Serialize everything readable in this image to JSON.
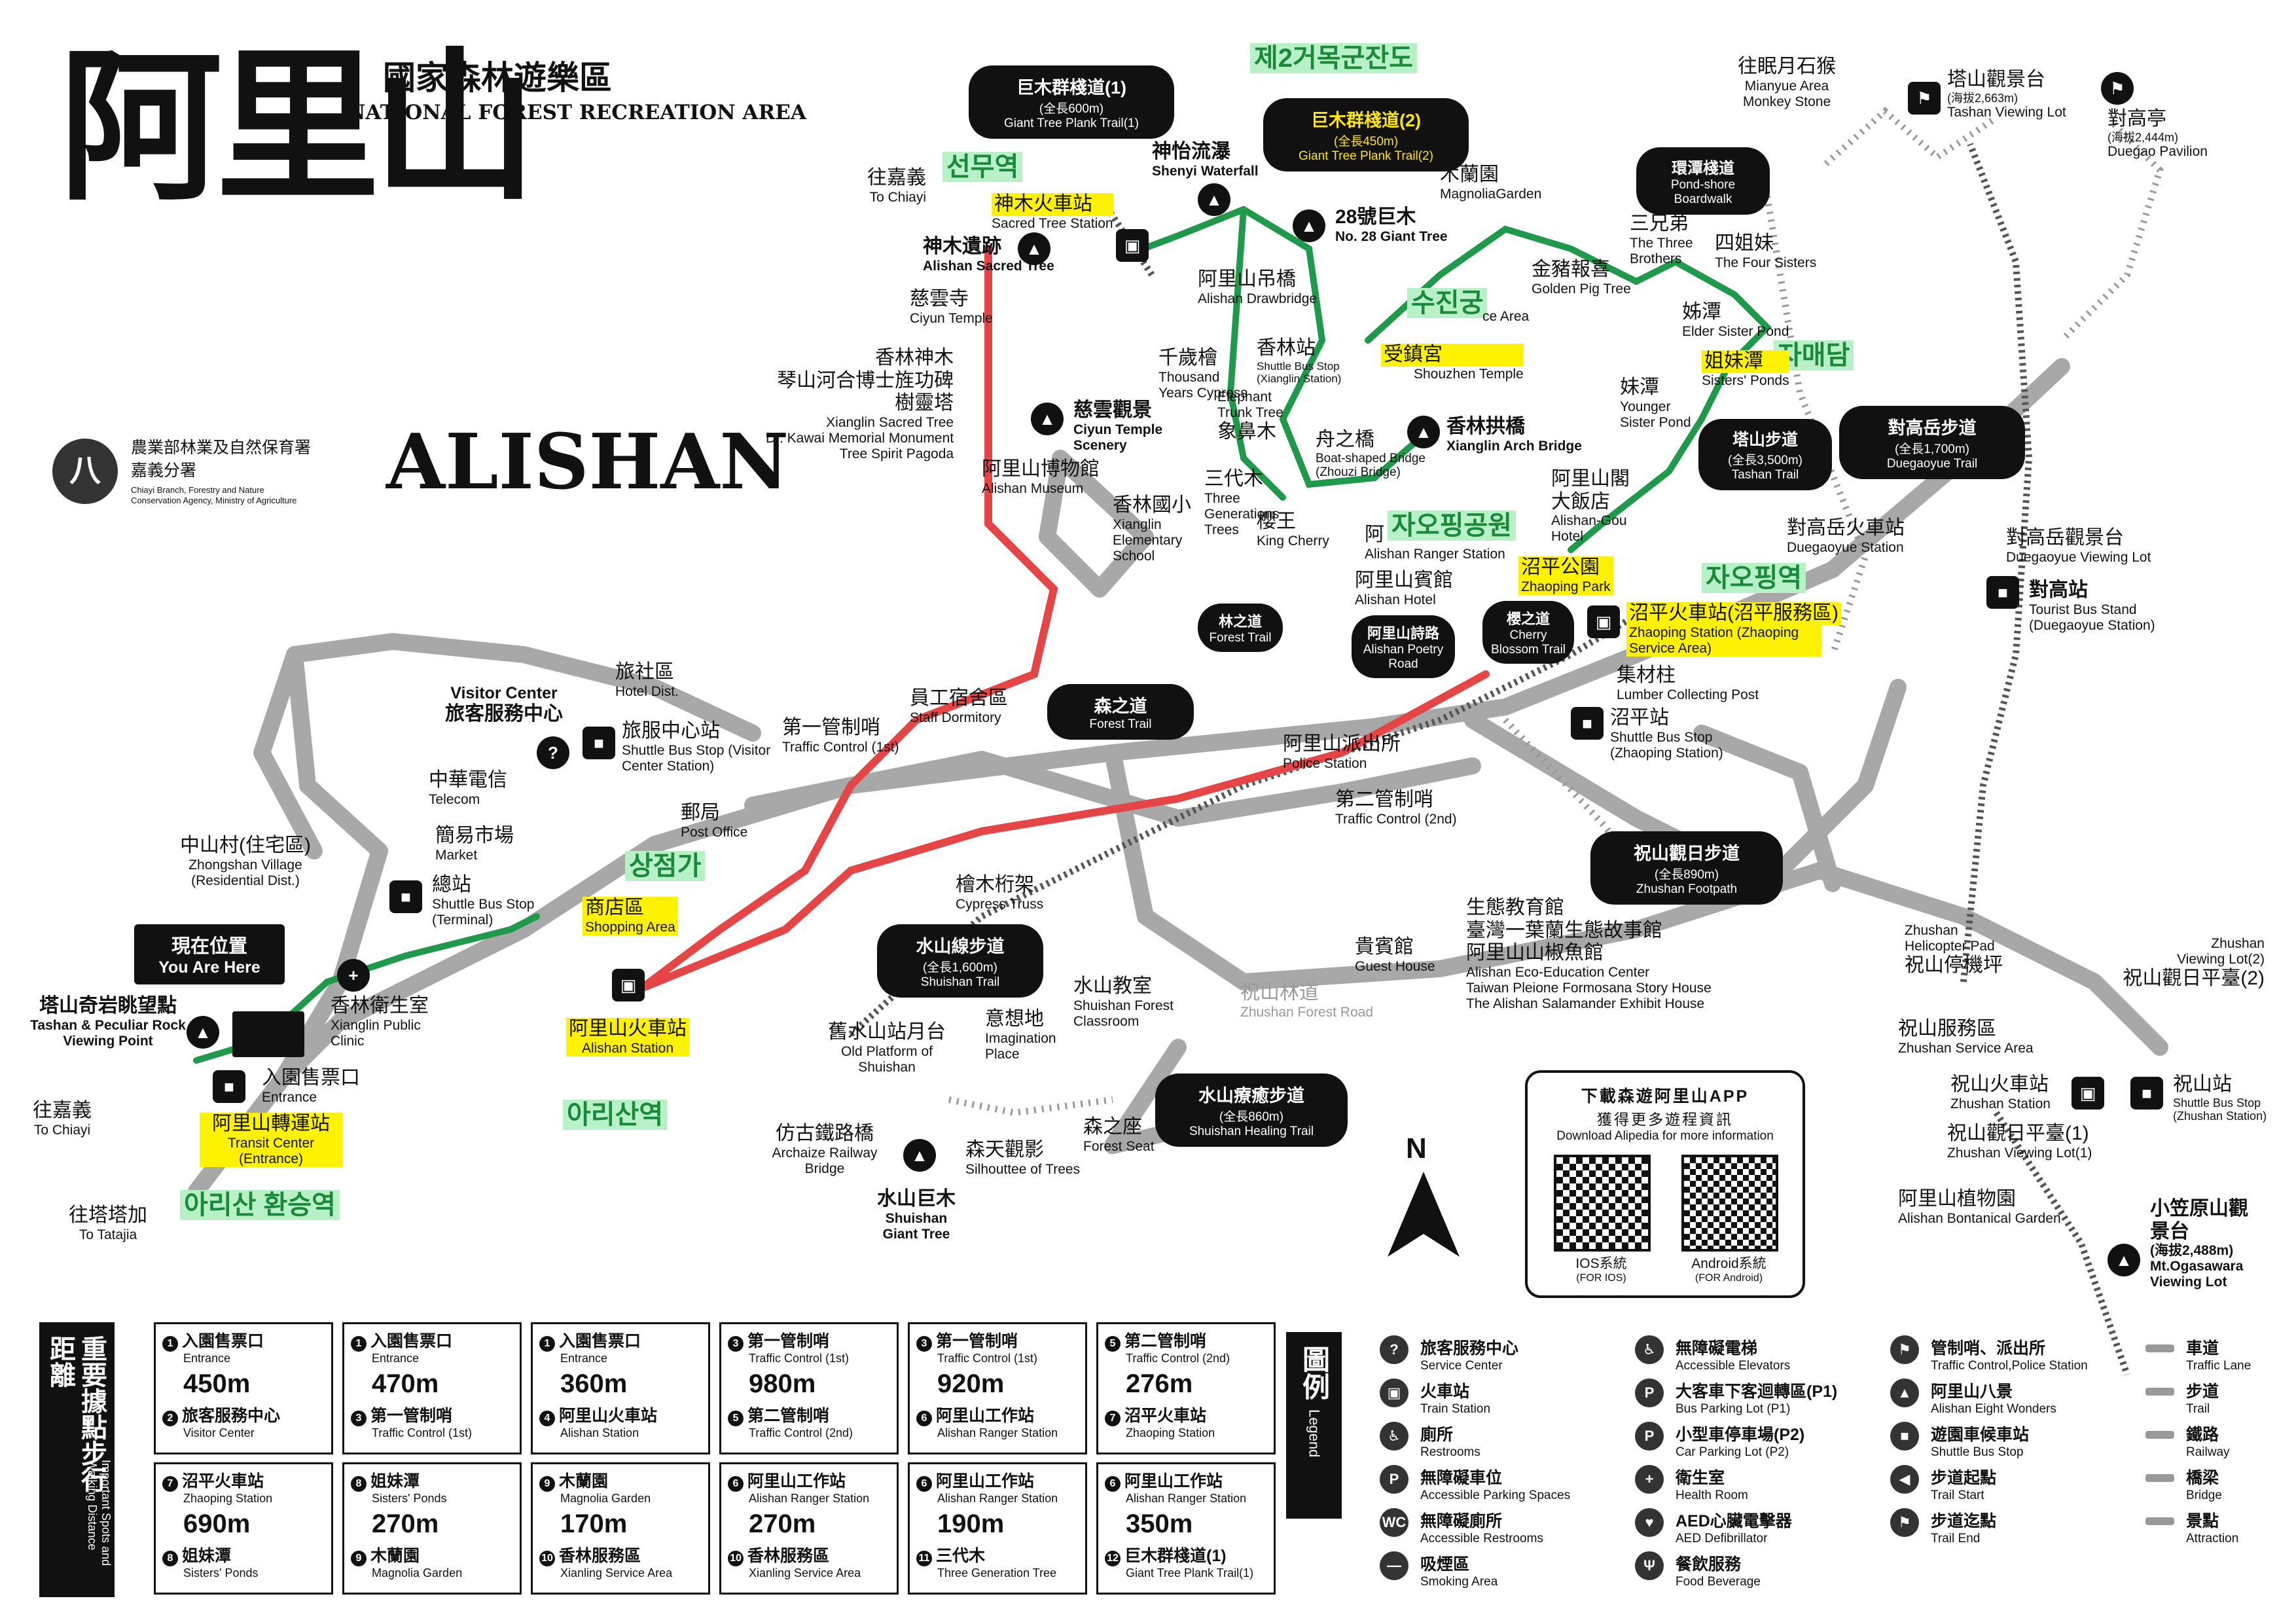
{
  "header": {
    "title_zh": "國家森林遊樂區",
    "title_en": "National Forest Recreation Area",
    "calligraphy": "阿里山",
    "name_en": "ALISHAN",
    "agency_zh_1": "農業部林業及自然保育署",
    "agency_zh_2": "嘉義分署",
    "agency_en_1": "Chiayi Branch, Forestry and Nature",
    "agency_en_2": "Conservation Agency, Ministry of Agriculture"
  },
  "korean_labels": {
    "sacred_tree_station": "선무역",
    "giant_tree_trail": "제2거목군잔도",
    "shouzhen": "수진궁",
    "sisters_pond": "자매담",
    "zhaoping_park": "자오핑공원",
    "zhaoping_station": "자오핑역",
    "shopping": "상점가",
    "alishan_station": "아리산역",
    "transit_center": "아리산 환승역"
  },
  "bubbles": {
    "trail1_title": "巨木群棧道(1)",
    "trail1_len": "(全長600m)",
    "trail1_en": "Giant Tree Plank Trail(1)",
    "trail2_title": "巨木群棧道(2)",
    "trail2_len": "(全長450m)",
    "trail2_en": "Giant Tree Plank Trail(2)",
    "pond_title": "環潭棧道",
    "pond_en": "Pond-shore Boardwalk",
    "tashan_title": "塔山步道",
    "tashan_len": "(全長3,500m)",
    "tashan_en": "Tashan Trail",
    "duegao_title": "對高岳步道",
    "duegao_len": "(全長1,700m)",
    "duegao_en": "Duegaoyue Trail",
    "forest_trail_title": "森之道",
    "forest_trail_en": "Forest Trail",
    "lin_title": "林之道",
    "lin_en": "Forest Trail",
    "poetry_title": "阿里山詩路",
    "poetry_en": "Alishan Poetry Road",
    "cherry_title": "櫻之道",
    "cherry_en": "Cherry Blossom Trail",
    "zhushan_title": "祝山觀日步道",
    "zhushan_len": "(全長890m)",
    "zhushan_en": "Zhushan Footpath",
    "shuishan_title": "水山線步道",
    "shuishan_len": "(全長1,600m)",
    "shuishan_en": "Shuishan Trail",
    "healing_title": "水山療癒步道",
    "healing_len": "(全長860m)",
    "healing_en": "Shuishan Healing Trail",
    "you_are_here_zh": "現在位置",
    "you_are_here_en": "You Are Here"
  },
  "places": {
    "to_chiayi_top_zh": "往嘉義",
    "to_chiayi_top_en": "To Chiayi",
    "sacred_station_zh": "神木火車站",
    "sacred_station_en": "Sacred Tree Station",
    "sacred_tree_zh": "神木遺跡",
    "sacred_tree_en": "Alishan Sacred Tree",
    "ciyun_zh": "慈雲寺",
    "ciyun_en": "Ciyun Temple",
    "xianglin_zh": "香林神木",
    "kawai_zh": "琴山河合博士旌功碑",
    "pagoda_zh": "樹靈塔",
    "xianglin_en": "Xianglin Sacred Tree",
    "kawai_en": "Dr. Kawai Memorial Monument",
    "pagoda_en": "Tree Spirit Pagoda",
    "shenyi_zh": "神怡流瀑",
    "shenyi_en": "Shenyi Waterfall",
    "drawbridge_zh": "阿里山吊橋",
    "drawbridge_en": "Alishan Drawbridge",
    "thousand_zh": "千歲檜",
    "thousand_en": "Thousand Years Cypress",
    "ciyun_scenery_zh": "慈雲觀景",
    "ciyun_scenery_en": "Ciyun Temple Scenery",
    "museum_zh": "阿里山博物館",
    "museum_en": "Alishan Museum",
    "school_zh": "香林國小",
    "school_en": "Xianglin Elementary School",
    "three_gen_zh": "三代木",
    "three_gen_en": "Three Generations Trees",
    "elephant_zh": "象鼻木",
    "elephant_en": "Elephant Trunk Tree",
    "xianglin_stop_zh": "香林站",
    "xianglin_stop_en": "Shuttle Bus Stop (Xianglin Station)",
    "no28_zh": "28號巨木",
    "no28_en": "No. 28 Giant Tree",
    "magnolia_zh": "木蘭園",
    "magnolia_en": "MagnoliaGarden",
    "shouzhen_zh": "受鎮宮",
    "shouzhen_en": "Shouzhen Temple",
    "zhouzi_zh": "舟之橋",
    "zhouzi_en": "Boat-shaped Bridge (Zhouzi Bridge)",
    "arch_zh": "香林拱橋",
    "arch_en": "Xianglin Arch Bridge",
    "king_cherry_zh": "櫻王",
    "king_cherry_en": "King Cherry",
    "golden_zh": "金豬報喜",
    "golden_en": "Golden Pig Tree",
    "service_area_en": "ce Area",
    "three_bro_zh": "三兄弟",
    "three_bro_en": "The Three Brothers",
    "four_sis_zh": "四姐妹",
    "four_sis_en": "The Four Sisters",
    "elder_zh": "姊潭",
    "elder_en": "Elder Sister Pond",
    "sisters_zh": "姐妹潭",
    "sisters_en": "Sisters' Ponds",
    "younger_zh": "妹潭",
    "younger_en": "Younger Sister Pond",
    "gou_zh": "阿里山閣大飯店",
    "gou_en": "Alishan-Gou Hotel",
    "ranger_zh": "阿",
    "ranger_en": "Alishan Ranger Station",
    "hotel_zh": "阿里山賓館",
    "hotel_en": "Alishan Hotel",
    "zhaoping_park_zh": "沼平公園",
    "zhaoping_park_en": "Zhaoping Park",
    "zhaoping_station_zh": "沼平火車站(沼平服務區)",
    "zhaoping_station_en": "Zhaoping Station (Zhaoping Service Area)",
    "lumber_zh": "集材柱",
    "lumber_en": "Lumber Collecting Post",
    "zhaoping_stop_zh": "沼平站",
    "zhaoping_stop_en": "Shuttle Bus Stop (Zhaoping Station)",
    "police_zh": "阿里山派出所",
    "police_en": "Police Station",
    "tc2_zh": "第二管制哨",
    "tc2_en": "Traffic Control (2nd)",
    "tc1_zh": "第一管制哨",
    "tc1_en": "Traffic Control (1st)",
    "dorm_zh": "員工宿舍區",
    "dorm_en": "Staff Dormitory",
    "hotel_dist_zh": "旅社區",
    "hotel_dist_en": "Hotel Dist.",
    "visitor_en": "Visitor Center",
    "visitor_zh": "旅客服務中心",
    "visitor_stop_zh": "旅服中心站",
    "visitor_stop_en": "Shuttle Bus Stop (Visitor Center Station)",
    "telecom_zh": "中華電信",
    "telecom_en": "Telecom",
    "market_zh": "簡易市場",
    "market_en": "Market",
    "post_zh": "郵局",
    "post_en": "Post Office",
    "terminal_zh": "總站",
    "terminal_en": "Shuttle Bus Stop (Terminal)",
    "shopping_zh": "商店區",
    "shopping_en": "Shopping Area",
    "zhongshan_zh": "中山村(住宅區)",
    "zhongshan_en": "Zhongshan Village (Residential Dist.)",
    "clinic_zh": "香林衛生室",
    "clinic_en": "Xianglin Public Clinic",
    "tashan_rock_zh": "塔山奇岩眺望點",
    "tashan_rock_en": "Tashan & Peculiar Rock Viewing Point",
    "entrance_zh": "入園售票口",
    "entrance_en": "Entrance",
    "transit_zh": "阿里山轉運站",
    "transit_en": "Transit Center (Entrance)",
    "to_chiayi_zh": "往嘉義",
    "to_chiayi_en": "To Chiayi",
    "to_tatajia_zh": "往塔塔加",
    "to_tatajia_en": "To Tatajia",
    "alishan_station_zh": "阿里山火車站",
    "alishan_station_en": "Alishan Station",
    "cypress_truss_zh": "檜木桁架",
    "cypress_truss_en": "Cypress Truss",
    "eco_zh_1": "生態教育館",
    "eco_zh_2": "臺灣一葉蘭生態故事館",
    "eco_zh_3": "阿里山山椒魚館",
    "eco_en_1": "Alishan Eco-Education Center",
    "eco_en_2": "Taiwan Pleione Formosana Story House",
    "eco_en_3": "The Alishan Salamander Exhibit House",
    "guest_zh": "貴賓館",
    "guest_en": "Guest House",
    "forest_road_zh": "祝山林道",
    "forest_road_en": "Zhushan Forest Road",
    "classroom_zh": "水山教室",
    "classroom_en": "Shuishan Forest Classroom",
    "imagination_zh": "意想地",
    "imagination_en": "Imagination Place",
    "old_platform_zh": "舊水山站月台",
    "old_platform_en": "Old Platform of Shuishan",
    "archaize_zh": "仿古鐵路橋",
    "archaize_en": "Archaize Railway Bridge",
    "silhouette_zh": "森天觀影",
    "silhouette_en": "Silhouttee of Trees",
    "forest_seat_zh": "森之座",
    "forest_seat_en": "Forest Seat",
    "shuishan_tree_zh": "水山巨木",
    "shuishan_tree_en": "Shuishan Giant Tree",
    "mianyue_zh": "往眠月石猴",
    "mianyue_en": "Mianyue Area Monkey Stone",
    "tashan_view_zh": "塔山觀景台",
    "tashan_view_alt": "(海拔2,663m)",
    "tashan_view_en": "Tashan Viewing Lot",
    "duegao_pav_zh": "對高亭",
    "duegao_pav_alt": "(海拔2,444m)",
    "duegao_pav_en": "Duegao Pavilion",
    "duegao_st_zh": "對高岳火車站",
    "duegao_st_en": "Duegaoyue Station",
    "duegao_view_zh": "對高岳觀景台",
    "duegao_view_en": "Duegaoyue Viewing Lot",
    "duegao_stop_zh": "對高站",
    "duegao_stop_en": "Tourist Bus Stand (Duegaoyue Station)",
    "heli_zh": "祝山停機坪",
    "heli_en": "Zhushan Helicopter Pad",
    "zs_view2_zh": "祝山觀日平臺(2)",
    "zs_view2_en": "Zhushan Viewing Lot(2)",
    "zs_service_zh": "祝山服務區",
    "zs_service_en": "Zhushan Service Area",
    "zs_station_zh": "祝山火車站",
    "zs_station_en": "Zhushan Station",
    "zs_stop_zh": "祝山站",
    "zs_stop_en": "Shuttle Bus Stop (Zhushan Station)",
    "zs_view1_zh": "祝山觀日平臺(1)",
    "zs_view1_en": "Zhushan Viewing Lot(1)",
    "botanical_zh": "阿里山植物園",
    "botanical_en": "Alishan Bontanical Garden",
    "ogasawara_zh": "小笠原山觀景台",
    "ogasawara_alt": "(海拔2,488m)",
    "ogasawara_en": "Mt.Ogasawara Viewing Lot"
  },
  "app": {
    "title_zh": "下載森遊阿里山APP",
    "sub_zh": "獲得更多遊程資訊",
    "sub_en": "Download Alipedia for more information",
    "ios_zh": "IOS系統",
    "ios_en": "(FOR IOS)",
    "android_zh": "Android系統",
    "android_en": "(FOR Android)"
  },
  "compass": "N",
  "distance_title_zh": "重要據點步行距離",
  "distance_title_en": "Important Spots and Walking Distance",
  "distances": [
    {
      "fn": "1",
      "fz": "入園售票口",
      "fe": "Entrance",
      "d": "450m",
      "tn": "2",
      "tz": "旅客服務中心",
      "te": "Visitor Center"
    },
    {
      "fn": "1",
      "fz": "入園售票口",
      "fe": "Entrance",
      "d": "470m",
      "tn": "3",
      "tz": "第一管制哨",
      "te": "Traffic Control (1st)"
    },
    {
      "fn": "1",
      "fz": "入園售票口",
      "fe": "Entrance",
      "d": "360m",
      "tn": "4",
      "tz": "阿里山火車站",
      "te": "Alishan Station"
    },
    {
      "fn": "3",
      "fz": "第一管制哨",
      "fe": "Traffic Control (1st)",
      "d": "980m",
      "tn": "5",
      "tz": "第二管制哨",
      "te": "Traffic Control (2nd)"
    },
    {
      "fn": "3",
      "fz": "第一管制哨",
      "fe": "Traffic Control (1st)",
      "d": "920m",
      "tn": "6",
      "tz": "阿里山工作站",
      "te": "Alishan Ranger Station"
    },
    {
      "fn": "5",
      "fz": "第二管制哨",
      "fe": "Traffic Control (2nd)",
      "d": "276m",
      "tn": "7",
      "tz": "沼平火車站",
      "te": "Zhaoping Station"
    },
    {
      "fn": "7",
      "fz": "沼平火車站",
      "fe": "Zhaoping Station",
      "d": "690m",
      "tn": "8",
      "tz": "姐妹潭",
      "te": "Sisters' Ponds"
    },
    {
      "fn": "8",
      "fz": "姐妹潭",
      "fe": "Sisters' Ponds",
      "d": "270m",
      "tn": "9",
      "tz": "木蘭園",
      "te": "Magnolia Garden"
    },
    {
      "fn": "9",
      "fz": "木蘭園",
      "fe": "Magnolia Garden",
      "d": "170m",
      "tn": "10",
      "tz": "香林服務區",
      "te": "Xianling Service Area"
    },
    {
      "fn": "6",
      "fz": "阿里山工作站",
      "fe": "Alishan Ranger Station",
      "d": "270m",
      "tn": "10",
      "tz": "香林服務區",
      "te": "Xianling Service Area"
    },
    {
      "fn": "6",
      "fz": "阿里山工作站",
      "fe": "Alishan Ranger Station",
      "d": "190m",
      "tn": "11",
      "tz": "三代木",
      "te": "Three Generation Tree"
    },
    {
      "fn": "6",
      "fz": "阿里山工作站",
      "fe": "Alishan Ranger Station",
      "d": "350m",
      "tn": "12",
      "tz": "巨木群棧道(1)",
      "te": "Giant Tree Plank Trail(1)"
    }
  ],
  "legend_title_zh": "圖例",
  "legend_title_en": "Legend",
  "legend": [
    {
      "zh": "旅客服務中心",
      "en": "Service Center",
      "sym": "?"
    },
    {
      "zh": "火車站",
      "en": "Train Station",
      "sym": "▣"
    },
    {
      "zh": "廁所",
      "en": "Restrooms",
      "sym": "♿"
    },
    {
      "zh": "無障礙車位",
      "en": "Accessible Parking Spaces",
      "sym": "P"
    },
    {
      "zh": "無障礙廁所",
      "en": "Accessible Restrooms",
      "sym": "WC"
    },
    {
      "zh": "吸煙區",
      "en": "Smoking Area",
      "sym": "—"
    },
    {
      "zh": "無障礙電梯",
      "en": "Accessible Elevators",
      "sym": "♿"
    },
    {
      "zh": "大客車下客迴轉區(P1)",
      "en": "Bus Parking Lot (P1)",
      "sym": "P"
    },
    {
      "zh": "小型車停車場(P2)",
      "en": "Car Parking Lot (P2)",
      "sym": "P"
    },
    {
      "zh": "衛生室",
      "en": "Health Room",
      "sym": "+"
    },
    {
      "zh": "AED心臟電擊器",
      "en": "AED Defibrillator",
      "sym": "♥"
    },
    {
      "zh": "餐飲服務",
      "en": "Food Beverage",
      "sym": "Ψ"
    },
    {
      "zh": "管制哨、派出所",
      "en": "Traffic Control,Police Station",
      "sym": "⚑"
    },
    {
      "zh": "阿里山八景",
      "en": "Alishan Eight Wonders",
      "sym": "▲"
    },
    {
      "zh": "遊園車候車站",
      "en": "Shuttle Bus Stop",
      "sym": "■"
    },
    {
      "zh": "步道起點",
      "en": "Trail Start",
      "sym": "◀"
    },
    {
      "zh": "步道迄點",
      "en": "Trail End",
      "sym": "⚑"
    },
    {
      "zh": "車道",
      "en": "Traffic Lane",
      "sym": ""
    },
    {
      "zh": "步道",
      "en": "Trail",
      "sym": ""
    },
    {
      "zh": "鐵路",
      "en": "Railway",
      "sym": ""
    },
    {
      "zh": "橋梁",
      "en": "Bridge",
      "sym": ""
    },
    {
      "zh": "景點",
      "en": "Attraction",
      "sym": ""
    }
  ],
  "colors": {
    "trail_green": "#1f9a4a",
    "rail_red": "#e64545",
    "road_gray": "#9a9a9a",
    "highlight_yellow": "#fff200",
    "highlight_green": "#b8f0c8"
  }
}
